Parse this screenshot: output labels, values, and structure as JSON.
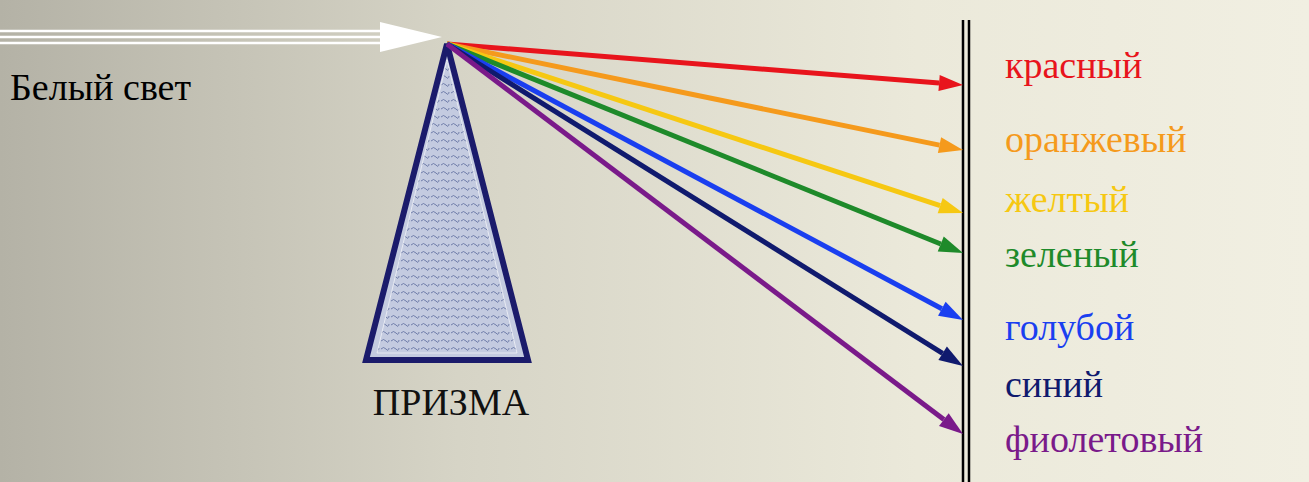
{
  "diagram": {
    "labels": [
      "Белый свет",
      "ПРИЗМА",
      "красный",
      "оранжевый",
      "желтый",
      "зеленый",
      "голубой",
      "синий",
      "фиолетовый"
    ]
  }
}
